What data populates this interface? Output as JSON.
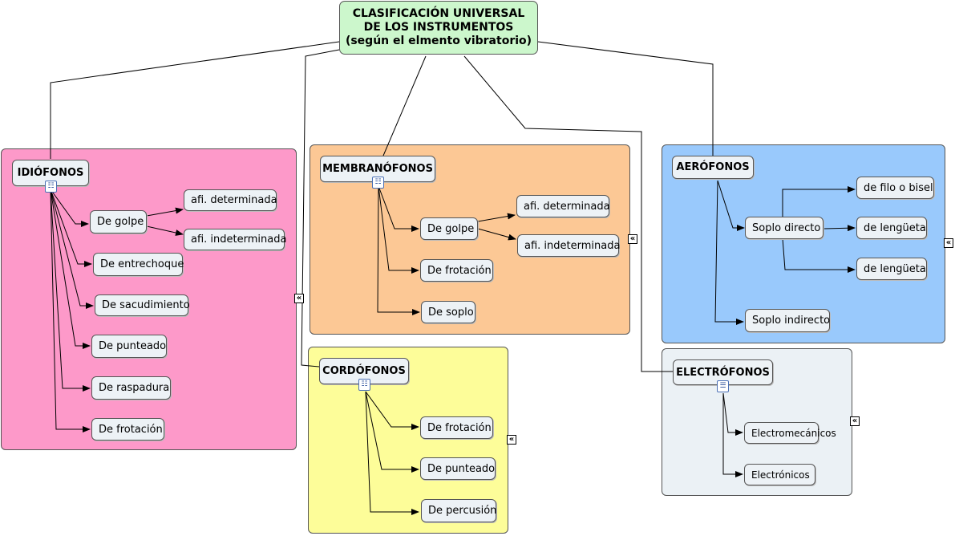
{
  "root": {
    "title": "CLASIFICACIÓN UNIVERSAL\nDE LOS INSTRUMENTOS\n(según el elmento vibratorio)"
  },
  "colors": {
    "idiofonos": "#fd99c9",
    "membranofonos": "#fcc895",
    "aerofonos": "#99c9fc",
    "cordofonos": "#fdfd99",
    "electrofonos": "#ebf1f5",
    "root": "#ccf7cc",
    "node": "#edf2f6"
  },
  "icons": {
    "hierarchy": "hierarchy-icon",
    "note": "note-icon",
    "collapse": "collapse-icon"
  },
  "idiofonos": {
    "title": "IDIÓFONOS",
    "golpe": "De golpe",
    "golpe_det": "afi. determinada",
    "golpe_indet": "afi. indeterminada",
    "entrechoque": "De entrechoque",
    "sacudimiento": "De sacudimiento",
    "punteado": "De punteado",
    "raspadura": "De raspadura",
    "frotacion": "De frotación"
  },
  "membranofonos": {
    "title": "MEMBRANÓFONOS",
    "golpe": "De golpe",
    "golpe_det": "afi. determinada",
    "golpe_indet": "afi. indeterminada",
    "frotacion": "De frotación",
    "soplo": "De soplo"
  },
  "aerofonos": {
    "title": "AERÓFONOS",
    "directo": "Soplo directo",
    "filo": "de filo o bisel",
    "lengueta1": "de lengüeta",
    "lengueta2": "de lengüeta",
    "indirecto": "Soplo indirecto"
  },
  "cordofonos": {
    "title": "CORDÓFONOS",
    "frotacion": "De frotación",
    "punteado": "De punteado",
    "percusion": "De percusión"
  },
  "electrofonos": {
    "title": "ELECTRÓFONOS",
    "electromecanicos": "Electromecánicos",
    "electronicos": "Electrónicos"
  },
  "connectors": [
    {
      "from": "root",
      "to": "idiofonos"
    },
    {
      "from": "root",
      "to": "membranofonos"
    },
    {
      "from": "root",
      "to": "aerofonos"
    },
    {
      "from": "root",
      "to": "cordofonos"
    },
    {
      "from": "root",
      "to": "electrofonos"
    }
  ]
}
